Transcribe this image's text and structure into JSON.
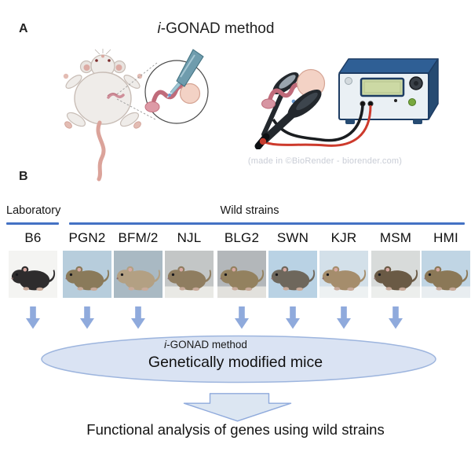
{
  "figure": {
    "panelA": {
      "label": "A",
      "title": {
        "italic": "i",
        "rest": "-GONAD method"
      },
      "credit": "(made in ©BioRender - biorender.com)"
    },
    "panelB": {
      "label": "B",
      "lab_group_label": "Laboratory",
      "wild_group_label": "Wild strains",
      "strains": [
        {
          "name": "B6",
          "group": "laboratory",
          "arrow": true,
          "photo_bg": "#f4f4f2",
          "fur": "#2e2c2d",
          "floor": "none"
        },
        {
          "name": "PGN2",
          "group": "wild",
          "arrow": true,
          "photo_bg": "#b7cddc",
          "fur": "#8a7a5a",
          "floor": "none"
        },
        {
          "name": "BFM/2",
          "group": "wild",
          "arrow": true,
          "photo_bg": "#a9b9c3",
          "fur": "#b3a083",
          "floor": "none"
        },
        {
          "name": "NJL",
          "group": "wild",
          "arrow": false,
          "photo_bg": "#c3c6c6",
          "fur": "#8f7d60",
          "floor": "#e9e9e5"
        },
        {
          "name": "BLG2",
          "group": "wild",
          "arrow": true,
          "photo_bg": "#b3b7ba",
          "fur": "#93815f",
          "floor": "#e2e1dd"
        },
        {
          "name": "SWN",
          "group": "wild",
          "arrow": true,
          "photo_bg": "#b9d2e4",
          "fur": "#6e675c",
          "floor": "none"
        },
        {
          "name": "KJR",
          "group": "wild",
          "arrow": true,
          "photo_bg": "#d3e0e9",
          "fur": "#a58d6c",
          "floor": "#edf1f2"
        },
        {
          "name": "MSM",
          "group": "wild",
          "arrow": true,
          "photo_bg": "#d8dbda",
          "fur": "#6a5a45",
          "floor": "#eceeec"
        },
        {
          "name": "HMI",
          "group": "wild",
          "arrow": false,
          "photo_bg": "#c0d5e4",
          "fur": "#8b7857",
          "floor": "#e8edf0"
        }
      ],
      "funnel": {
        "method_italic": "i",
        "method_rest": "-GONAD method",
        "result": "Genetically modified mice"
      },
      "conclusion": "Functional analysis of genes using wild strains"
    },
    "colors": {
      "group_line_blue": "#4472c4",
      "arrow_fill": "#8faadc",
      "ellipse_fill": "#dae3f3",
      "ellipse_border": "#9db5de",
      "big_arrow_fill": "#dce6f2",
      "big_arrow_border": "#8faadc",
      "credit_gray": "#c9cdd6"
    }
  }
}
